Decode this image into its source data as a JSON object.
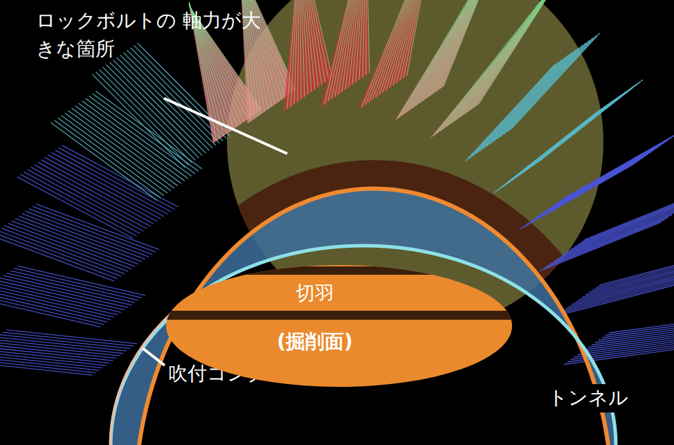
{
  "diagram": {
    "nodes": [
      {
        "text": [
          "切羽",
          "(掘削面)"
        ]
      }
    ],
    "labels": [
      "ロックボルトの 軸力が大きな箇所",
      "吹付コンクリート",
      "トンネル"
    ]
  }
}
